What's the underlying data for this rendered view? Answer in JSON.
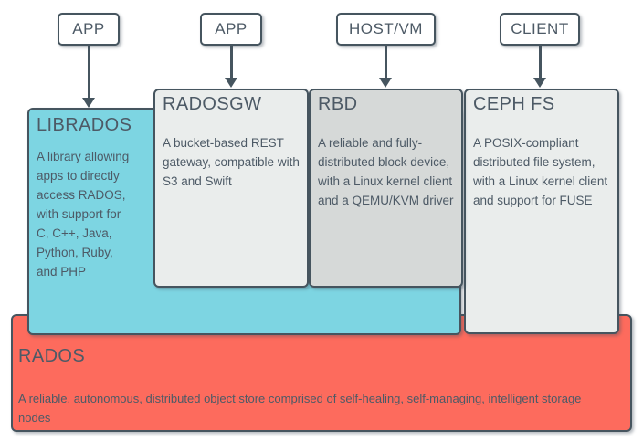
{
  "top_nodes": [
    {
      "label": "APP"
    },
    {
      "label": "APP"
    },
    {
      "label": "HOST/VM"
    },
    {
      "label": "CLIENT"
    }
  ],
  "layers": {
    "librados": {
      "title": "LIBRADOS",
      "description": "A library allowing\napps to directly\naccess RADOS,\nwith support for\nC, C++, Java,\nPython, Ruby,\nand PHP",
      "fill": "#7dd5e2"
    },
    "radosgw": {
      "title": "RADOSGW",
      "description": "A bucket-based REST\ngateway, compatible with\nS3 and Swift",
      "fill": "#eaedec"
    },
    "rbd": {
      "title": "RBD",
      "description": "A reliable and fully-\ndistributed block device,\nwith a Linux kernel client\nand a QEMU/KVM driver",
      "fill": "#d6d9d8"
    },
    "cephfs": {
      "title": "CEPH FS",
      "description": "A POSIX-compliant\ndistributed file system,\nwith a Linux kernel client\nand support for FUSE",
      "fill": "#eaedec"
    },
    "rados": {
      "title": "RADOS",
      "description": "A reliable, autonomous, distributed object store comprised of self-healing, self-managing, intelligent storage\nnodes",
      "fill": "#fd6b5d"
    }
  },
  "colors": {
    "border": "#46555f",
    "text": "#4d5a66",
    "node_fill": "#ffffff",
    "background": "#ffffff"
  }
}
